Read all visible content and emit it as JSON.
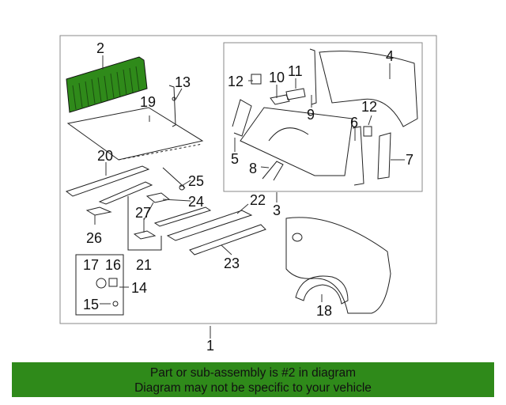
{
  "callouts": {
    "n1": "1",
    "n2": "2",
    "n3": "3",
    "n4": "4",
    "n5": "5",
    "n6": "6",
    "n7": "7",
    "n8": "8",
    "n9": "9",
    "n10": "10",
    "n11": "11",
    "n12a": "12",
    "n12b": "12",
    "n13": "13",
    "n14": "14",
    "n15": "15",
    "n16": "16",
    "n17": "17",
    "n18": "18",
    "n19": "19",
    "n20": "20",
    "n21": "21",
    "n22": "22",
    "n23": "23",
    "n24": "24",
    "n25": "25",
    "n26": "26",
    "n27": "27"
  },
  "highlight": {
    "part": "2",
    "color": "#2f8a1a"
  },
  "banner": {
    "line1": "Part or sub-assembly is #2 in diagram",
    "line2": "Diagram may not be specific to your vehicle",
    "color": "#2f8a1a"
  }
}
